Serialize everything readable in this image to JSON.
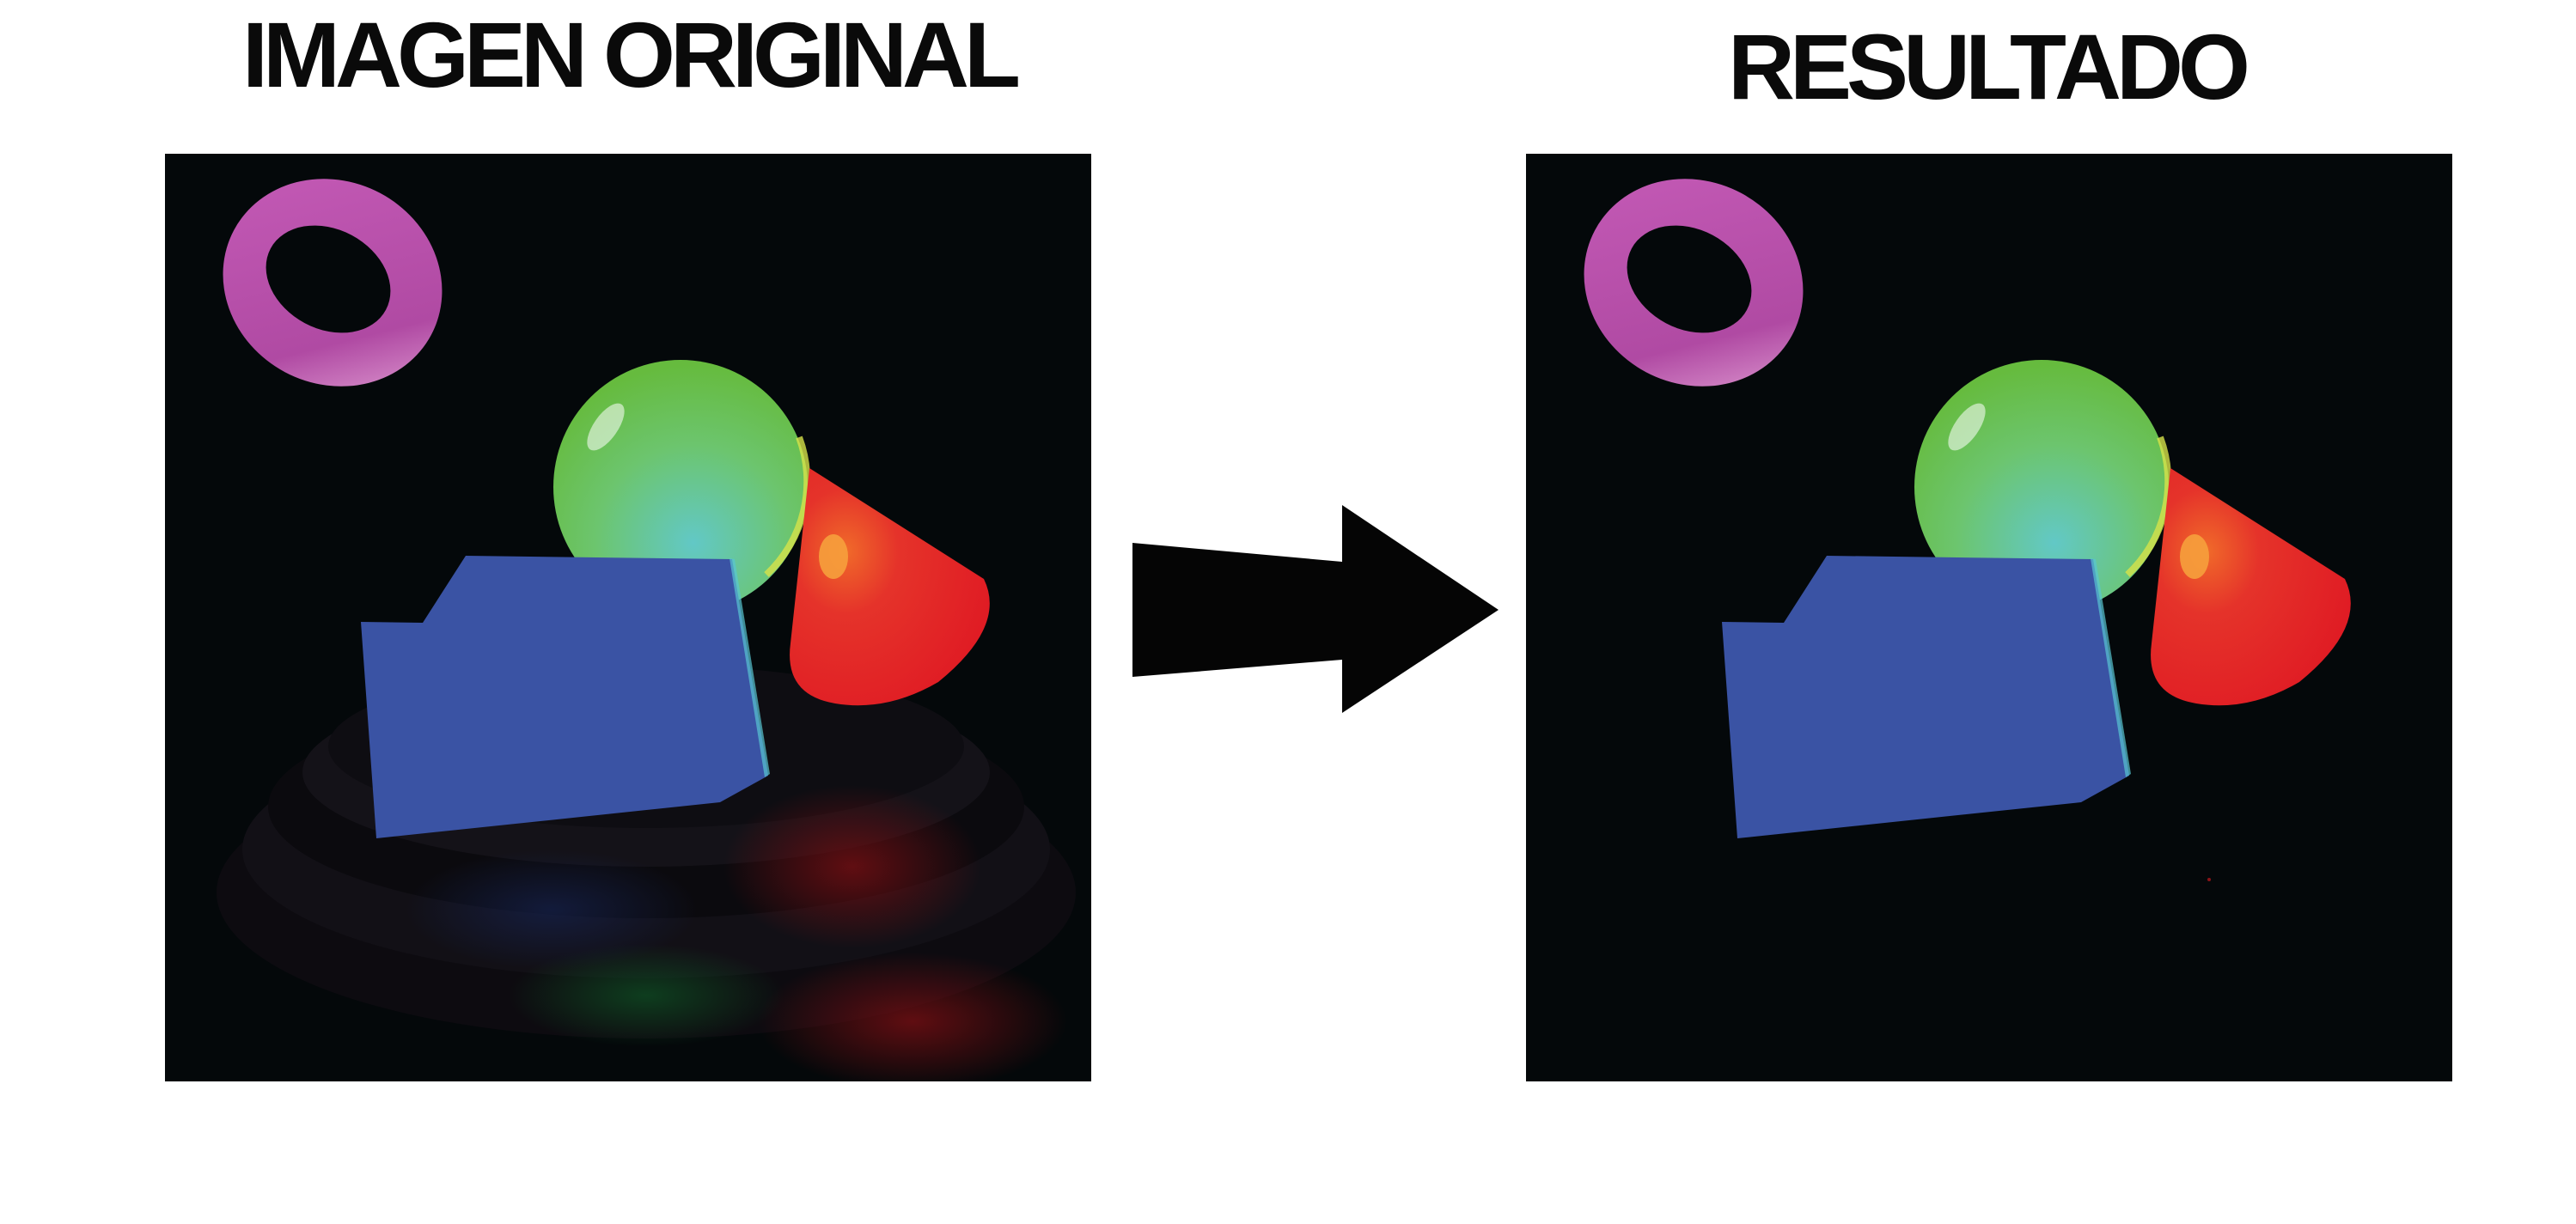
{
  "titles": {
    "left": "IMAGEN ORIGINAL",
    "right": "RESULTADO"
  },
  "panels": [
    {
      "name": "original",
      "has_floor": true
    },
    {
      "name": "result",
      "has_floor": false
    }
  ],
  "scene_objects": [
    "torus",
    "sphere",
    "cube",
    "cone"
  ],
  "colors": {
    "background": "#04080a",
    "torus": "#b64aa8",
    "sphere_green": "#6cc046",
    "sphere_teal": "#5ec6b0",
    "cube": "#3a53a4",
    "cone": "#e21f26",
    "arrow": "#050505"
  }
}
